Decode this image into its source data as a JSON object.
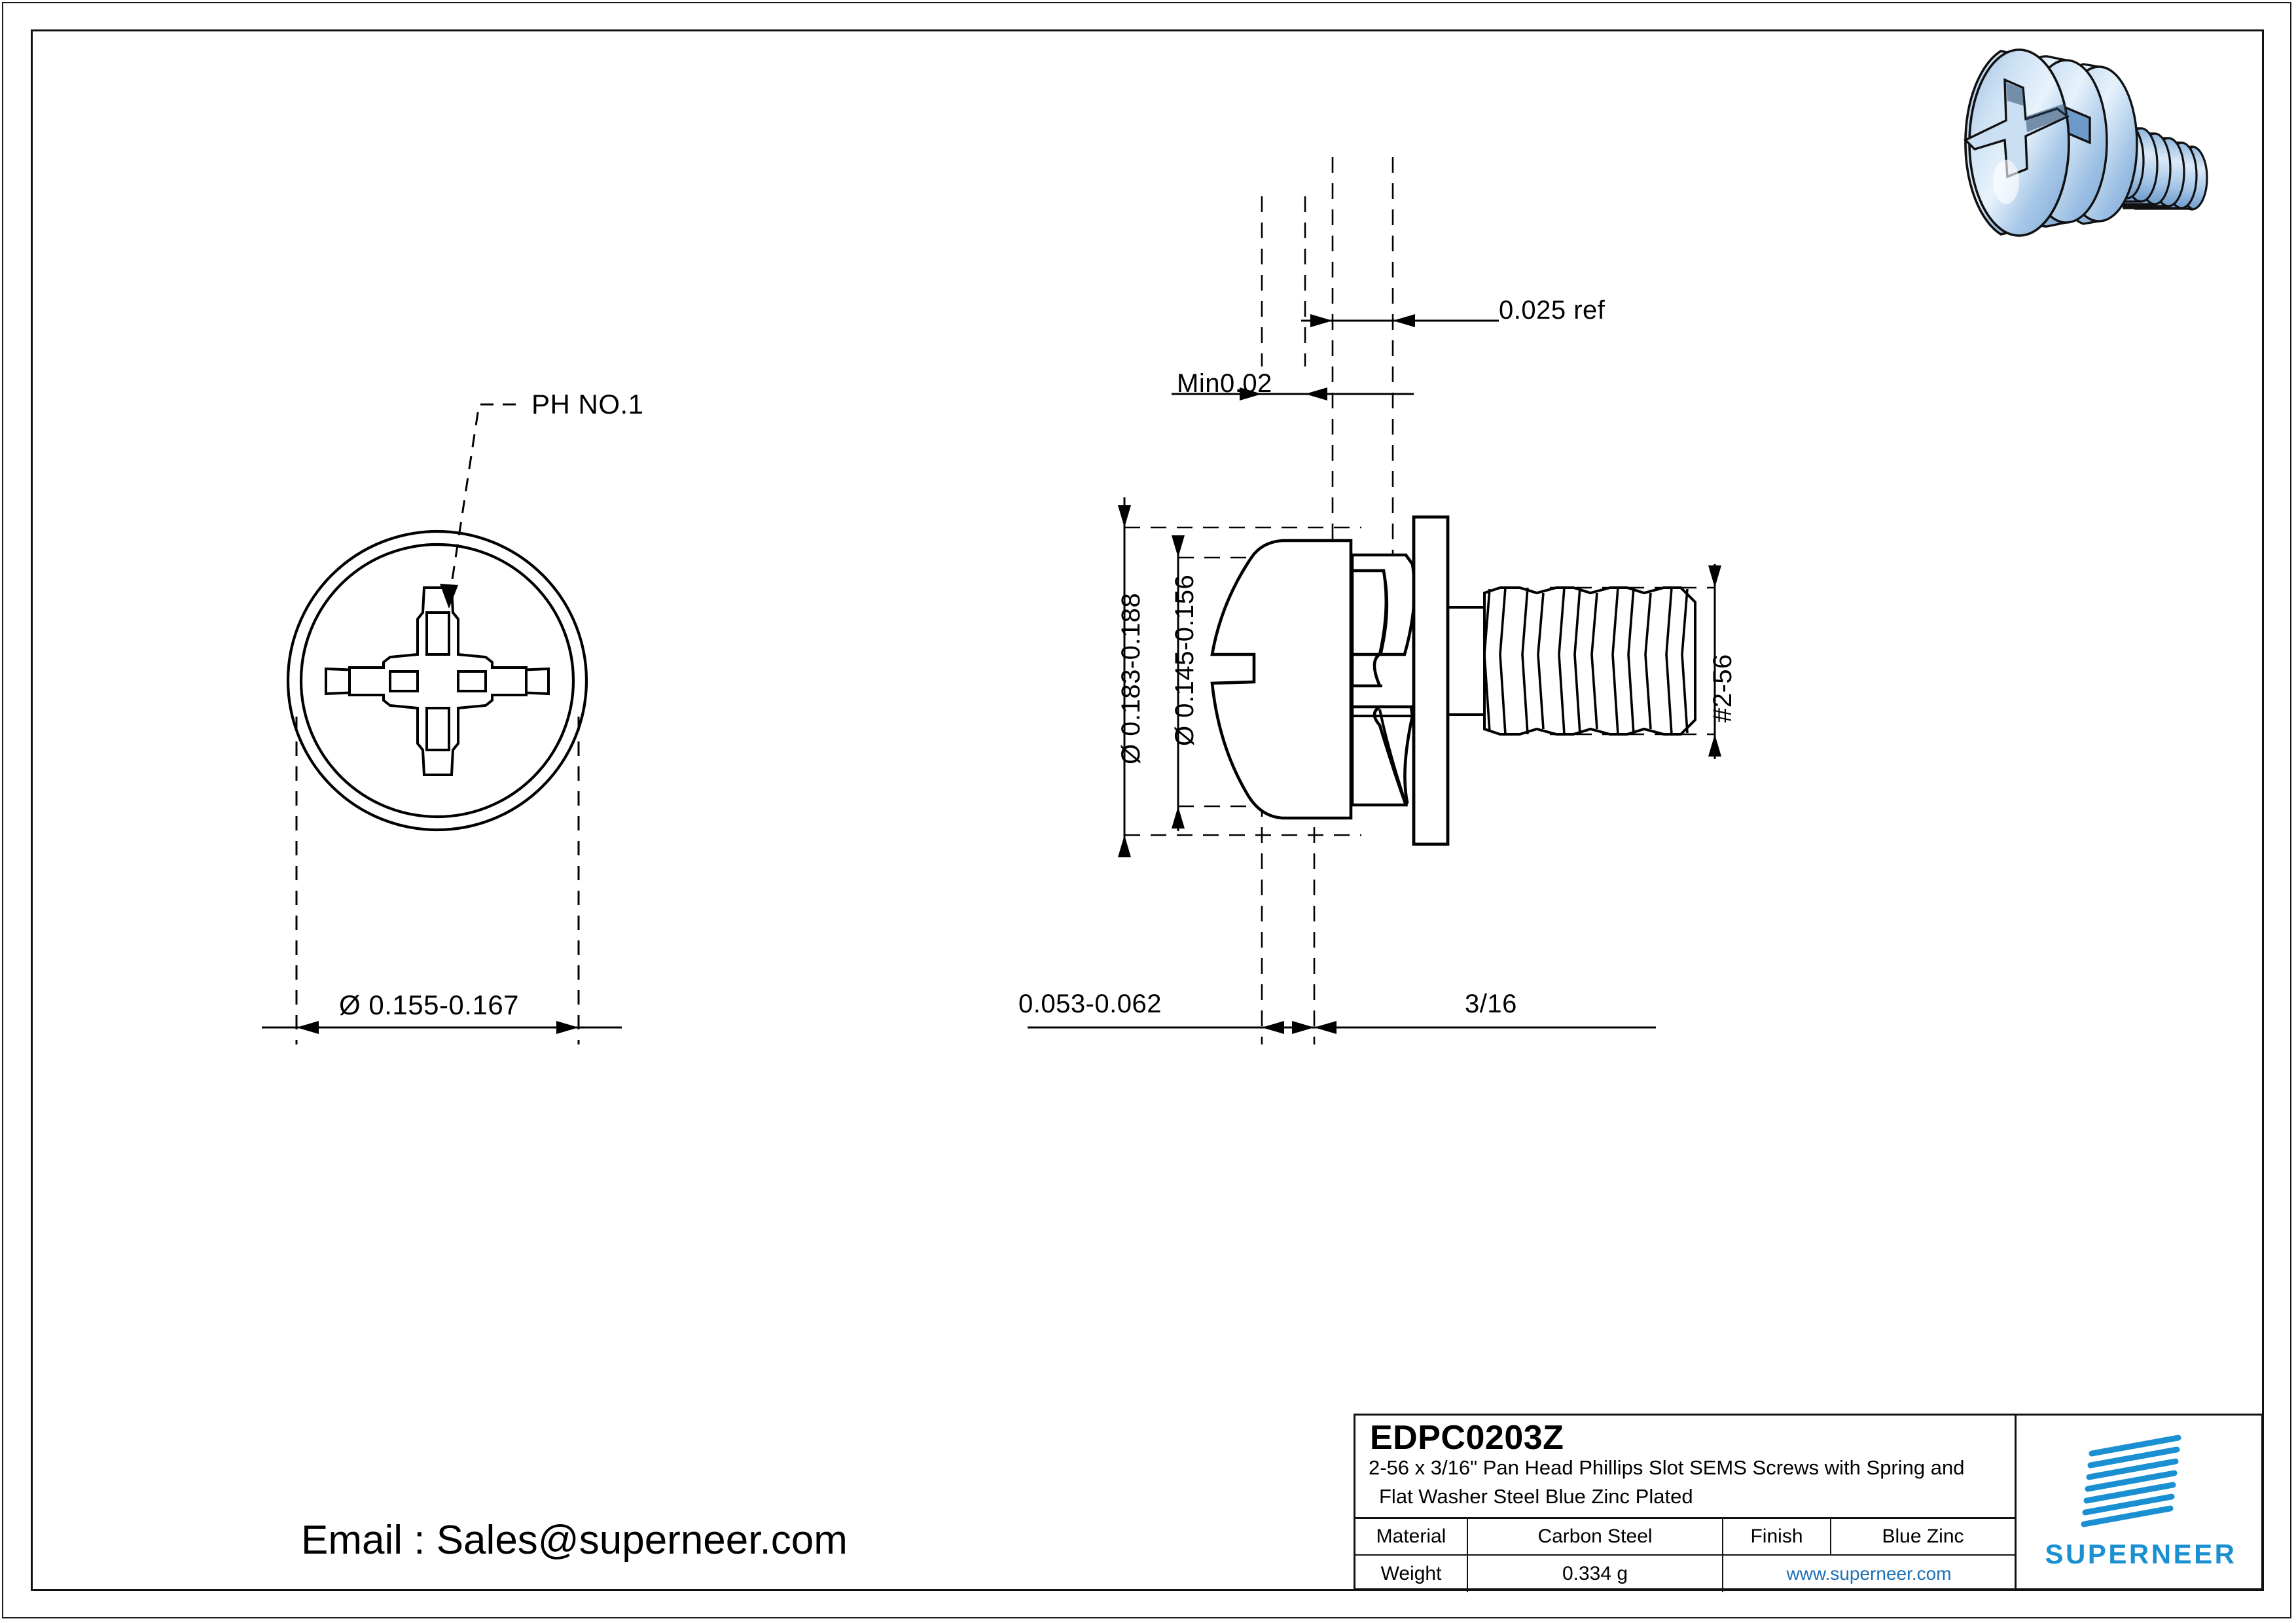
{
  "drawing": {
    "type": "engineering-drawing",
    "front_view": {
      "callout": "PH NO.1",
      "diameter_dim": "Ø 0.155-0.167"
    },
    "side_view": {
      "top_dims": [
        "Min0.02",
        "0.025 ref"
      ],
      "left_dims": [
        "Ø 0.183-0.188",
        "Ø 0.145-0.156"
      ],
      "right_dim": "#2-56",
      "bottom_dims": [
        "0.053-0.062",
        "3/16"
      ]
    }
  },
  "email": {
    "label": "Email : Sales@superneer.com"
  },
  "title_block": {
    "part_number": "EDPC0203Z",
    "description_line1": "2-56 x 3/16\" Pan Head Phillips Slot SEMS Screws with Spring and",
    "description_line2": "Flat Washer Steel Blue Zinc Plated",
    "material_label": "Material",
    "material_value": "Carbon Steel",
    "finish_label": "Finish",
    "finish_value": "Blue Zinc",
    "weight_label": "Weight",
    "weight_value": "0.334 g",
    "website": "www.superneer.com",
    "brand": "SUPERNEER",
    "brand_color": "#1a8fd1",
    "link_color": "#1a6fb5"
  },
  "render": {
    "caption": "3D blue zinc plated pan head phillips SEMS screw with spring and flat washer"
  }
}
